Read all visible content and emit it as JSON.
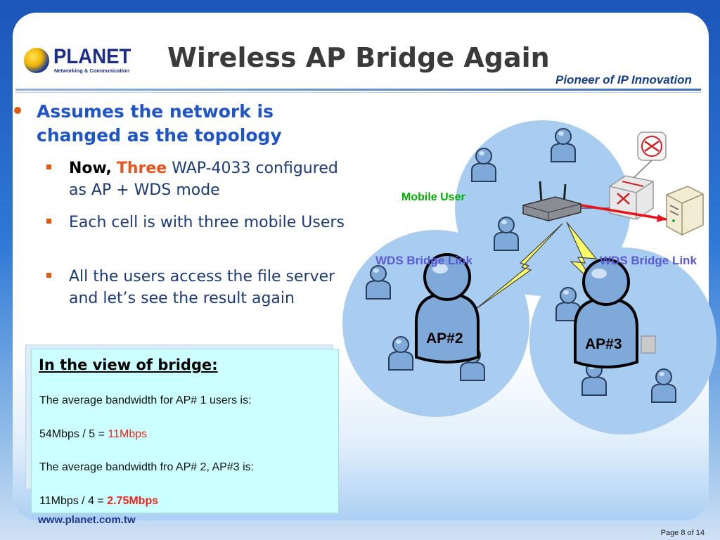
{
  "header": {
    "logo_word": "PLANET",
    "logo_sub": "Networking & Communication",
    "title": "Wireless AP Bridge Again",
    "tagline": "Pioneer of IP Innovation"
  },
  "content": {
    "bullet": "Assumes the network is changed as the topology",
    "sub1": {
      "now": "Now,",
      "three": "Three",
      "rest": "WAP-4033 configured as AP + WDS mode"
    },
    "sub2": "Each cell is with three mobile Users",
    "sub3": "All the users access the file server and let’s see the result again"
  },
  "box": {
    "heading": "In the view of bridge:",
    "line1": "The average bandwidth for AP# 1 users is:",
    "line2_prefix": "54Mbps / 5 = ",
    "line2_value": "11Mbps",
    "line3": "The average bandwidth fro AP# 2, AP#3 is:",
    "line4_prefix": "11Mbps / 4 = ",
    "line4_value": "2.75Mbps"
  },
  "diagram": {
    "mobile_user": "Mobile User",
    "wds_link_left": "WDS Bridge Link",
    "wds_link_right": "WDS Bridge Link",
    "ap2": "AP#2",
    "ap3": "AP#3",
    "colors": {
      "cell": "#a9cdf0",
      "person": "#7fa9d8",
      "mobile_user": "#00b000",
      "wds": "#5a5ad8",
      "link": "#e8121c"
    }
  },
  "footer": {
    "url": "www.planet.com.tw",
    "page": "Page 8 of 14"
  }
}
